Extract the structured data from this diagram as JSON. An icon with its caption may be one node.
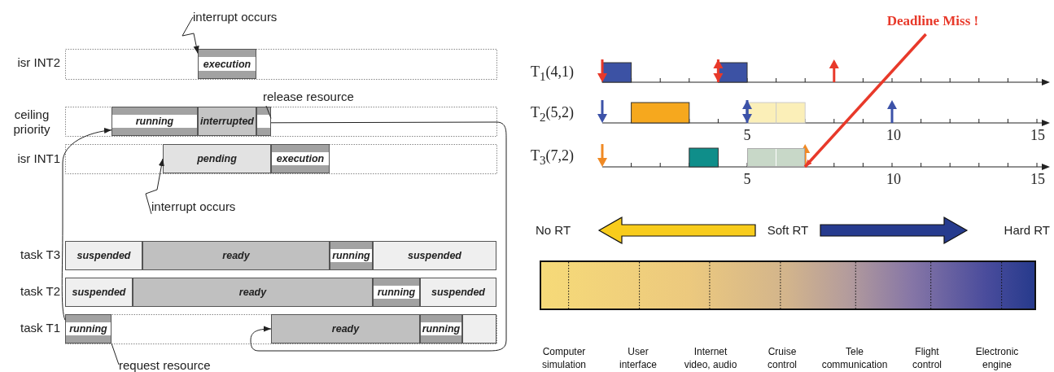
{
  "diagram": {
    "nodes": [
      {
        "text": [
          "interrupt occurs"
        ]
      },
      {
        "text": [
          "execution"
        ]
      },
      {
        "text": [
          "release resource"
        ]
      },
      {
        "text": [
          "running"
        ]
      },
      {
        "text": [
          "interrupted"
        ]
      },
      {
        "text": [],
        "shape": "box"
      },
      {
        "text": [
          "pending"
        ]
      },
      {
        "text": [
          "execution"
        ]
      },
      {
        "text": [
          "interrupt occurs"
        ]
      },
      {
        "text": [
          "suspended"
        ]
      },
      {
        "text": [
          "ready"
        ]
      },
      {
        "text": [
          "running"
        ]
      },
      {
        "text": [
          "suspended"
        ]
      },
      {
        "text": [
          "suspended"
        ]
      },
      {
        "text": [
          "ready"
        ]
      },
      {
        "text": [
          "running"
        ]
      },
      {
        "text": [
          "suspended"
        ]
      },
      {
        "text": [
          "running"
        ]
      },
      {
        "text": [
          "ready"
        ]
      },
      {
        "text": [
          "running"
        ]
      },
      {
        "text": [],
        "shape": "box"
      },
      {
        "text": [
          "request resource"
        ]
      },
      {
        "text": [
          "Deadline Miss !"
        ]
      },
      {
        "text": [
          "No RT"
        ]
      },
      {
        "text": [
          "Soft RT"
        ]
      },
      {
        "text": [
          "Hard RT"
        ]
      },
      {
        "text": [],
        "shape": "box"
      }
    ],
    "edges": [
      {
        "from": 0,
        "to": 1,
        "arrow": "to"
      },
      {
        "from": 2,
        "to": 5,
        "arrow": "none"
      },
      {
        "from": 8,
        "to": 6,
        "arrow": "to"
      },
      {
        "from": 21,
        "to": 17,
        "arrow": "none"
      },
      {
        "from": 17,
        "to": 3,
        "arrow": "to"
      },
      {
        "from": 5,
        "to": 18,
        "arrow": "to"
      },
      {
        "from": 22,
        "to": 26,
        "arrow": "to",
        "style": "thick",
        "color": "#e8392a"
      },
      {
        "from": 24,
        "to": 23,
        "arrow": "to",
        "style": "thick",
        "color": "#f8cc1c"
      },
      {
        "from": 24,
        "to": 25,
        "arrow": "to",
        "style": "thick",
        "color": "#263b8e"
      }
    ],
    "labels": [
      "isr INT2",
      "ceiling priority",
      "isr INT1",
      "task T3",
      "task T2",
      "task T1",
      "T$_{1}$(4,1)",
      "T$_{2}$(5,2)",
      "5",
      "10",
      "15",
      "T$_{3}$(7,2)",
      "5",
      "10",
      "15",
      "Computer simulation",
      "User interface",
      "Internet video, audio",
      "Cruise control",
      "Tele communication",
      "Flight control",
      "Electronic engine"
    ]
  }
}
